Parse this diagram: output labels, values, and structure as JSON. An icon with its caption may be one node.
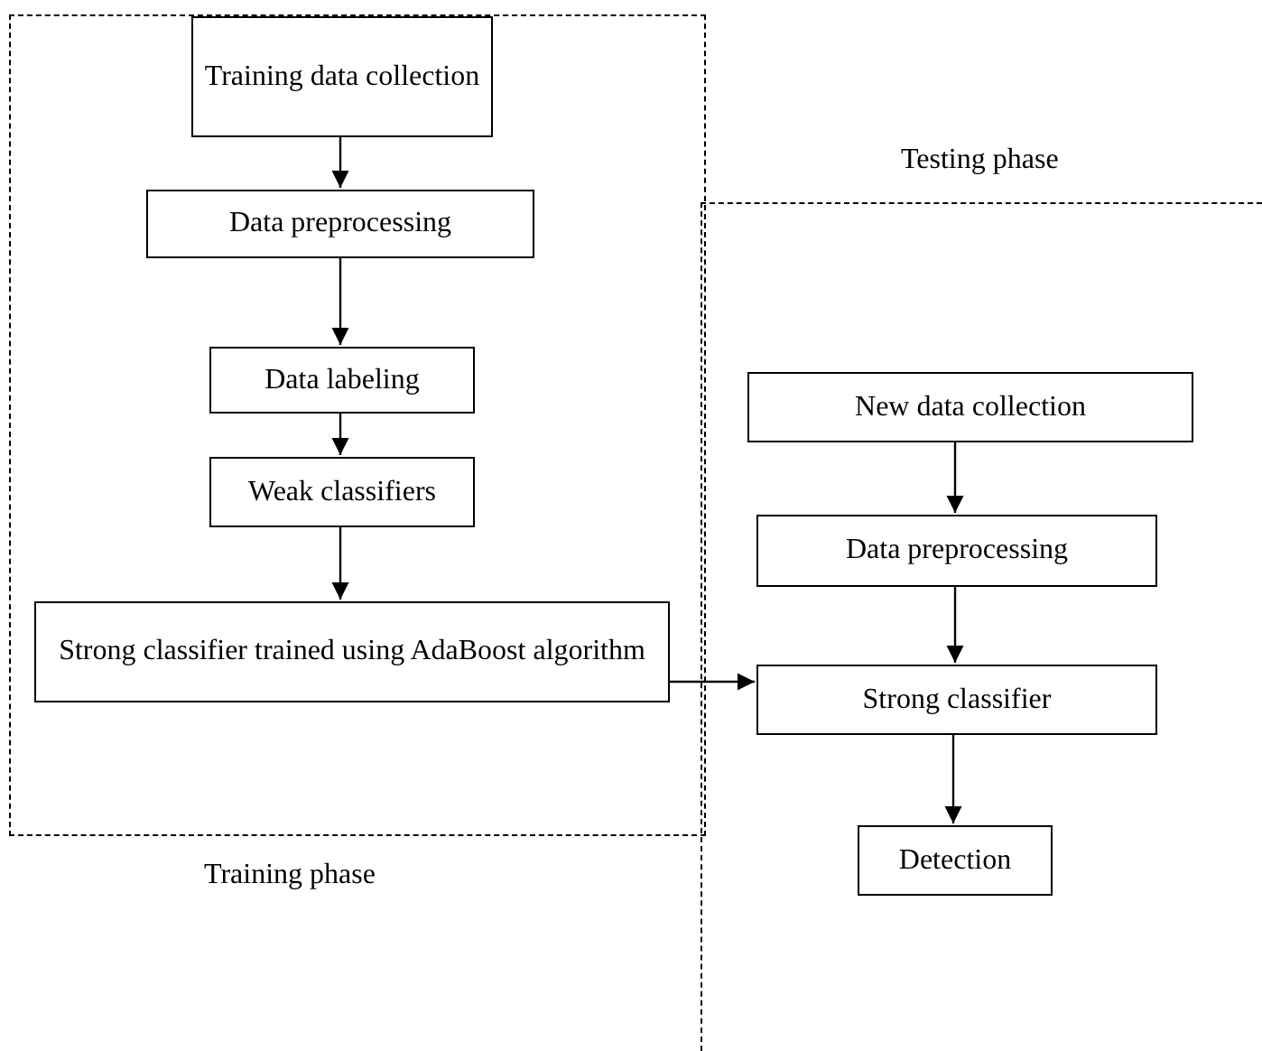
{
  "diagram": {
    "nodes": [
      {
        "text": [
          "Training phase"
        ]
      },
      {
        "text": [
          "Training data collection"
        ],
        "in": 0
      },
      {
        "text": [
          "Data preprocessing"
        ],
        "in": 0
      },
      {
        "text": [
          "Data labeling"
        ],
        "in": 0
      },
      {
        "text": [
          "Weak classifiers"
        ],
        "in": 0
      },
      {
        "text": [
          "Strong classifier trained using AdaBoost algorithm"
        ],
        "in": 0
      },
      {
        "text": [
          "Testing phase"
        ]
      },
      {
        "text": [
          "New data collection"
        ],
        "in": 6
      },
      {
        "text": [
          "Data preprocessing"
        ],
        "in": 6
      },
      {
        "text": [
          "Strong classifier"
        ],
        "in": 6
      },
      {
        "text": [
          "Detection"
        ],
        "in": 6
      }
    ],
    "edges": [
      {
        "from": 1,
        "to": 2,
        "arrow": "to"
      },
      {
        "from": 2,
        "to": 3,
        "arrow": "to"
      },
      {
        "from": 3,
        "to": 4,
        "arrow": "to"
      },
      {
        "from": 4,
        "to": 5,
        "arrow": "to"
      },
      {
        "from": 5,
        "to": 9,
        "arrow": "to"
      },
      {
        "from": 7,
        "to": 8,
        "arrow": "to"
      },
      {
        "from": 8,
        "to": 9,
        "arrow": "to"
      },
      {
        "from": 9,
        "to": 10,
        "arrow": "to"
      }
    ]
  }
}
